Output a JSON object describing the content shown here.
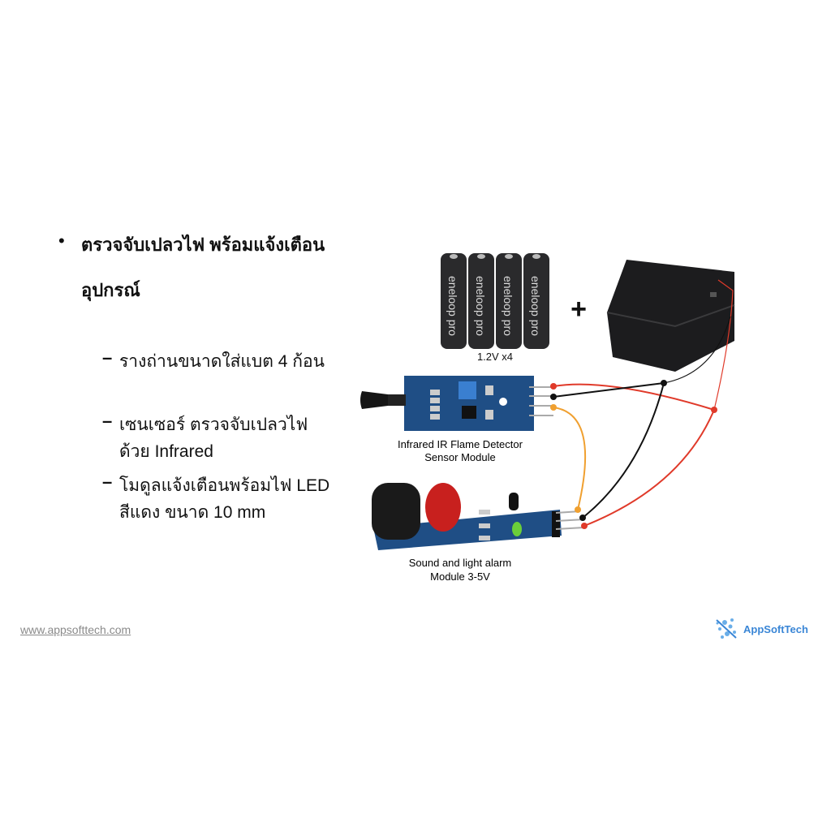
{
  "slide": {
    "main_bullet": "ตรวจจับเปลวไฟ พร้อมแจ้งเตือน",
    "section_heading": "อุปกรณ์",
    "sub_items": [
      "รางถ่านขนาดใส่แบต 4 ก้อน",
      "เซนเซอร์ ตรวจจับเปลวไฟ ด้วย Infrared",
      "โมดูลแจ้งเตือนพร้อมไฟ LED สีแดง ขนาด 10 mm"
    ]
  },
  "illustration": {
    "battery_brand": "eneloop pro",
    "battery_caption": "1.2V x4",
    "plus_sign": "+",
    "sensor_caption_line1": "Infrared IR Flame Detector",
    "sensor_caption_line2": "Sensor Module",
    "alarm_caption_line1": "Sound and light alarm",
    "alarm_caption_line2": "Module 3-5V",
    "wire_colors": {
      "vcc": "#e03a2a",
      "gnd": "#111111",
      "signal": "#f0a030"
    }
  },
  "footer": {
    "website": "www.appsofttech.com",
    "logo_text": "AppSoftTech"
  }
}
